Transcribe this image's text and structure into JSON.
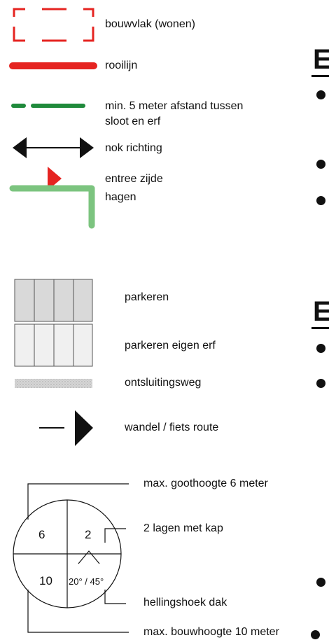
{
  "legend": {
    "bouwvlak": "bouwvlak (wonen)",
    "rooilijn": "rooilijn",
    "sloot_afstand": "min. 5 meter afstand tussen sloot en erf",
    "nok_richting": "nok richting",
    "entree_zijde": "entree zijde",
    "hagen": "hagen",
    "parkeren": "parkeren",
    "parkeren_eigen_erf": "parkeren eigen erf",
    "ontsluitingsweg": "ontsluitingsweg",
    "wandel_fiets": "wandel / fiets route"
  },
  "dial": {
    "goothoogte_label": "max. goothoogte 6 meter",
    "lagen_label": "2 lagen met kap",
    "helling_label": "hellingshoek dak",
    "bouwhoogte_label": "max. bouwhoogte 10 meter",
    "goothoogte_value": "6",
    "lagen_value": "2",
    "bouwhoogte_value": "10",
    "helling_value": "20° / 45°"
  },
  "right_panel": {
    "heading_1": "E",
    "heading_2": "E"
  },
  "colors": {
    "red": "#e52421",
    "dark_green": "#1f8a3b",
    "light_green": "#7cc47f",
    "black": "#111111",
    "parking_gray": "#d9d9d9",
    "parking_light": "#f0f0f0",
    "road_gray": "#cfcfcf"
  }
}
